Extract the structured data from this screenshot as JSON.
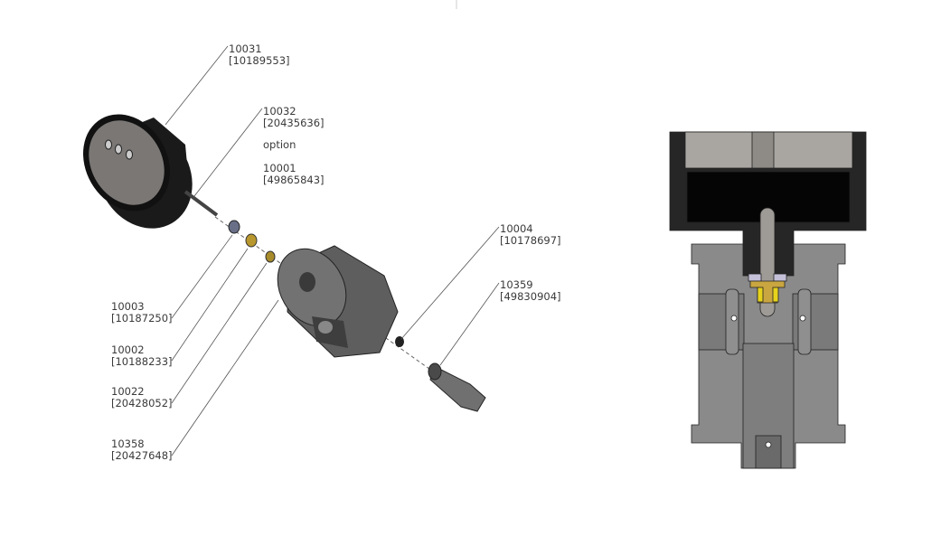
{
  "callouts": {
    "c10031": {
      "item": "10031",
      "part": "[10189553]"
    },
    "c10032": {
      "item": "10032",
      "part": "[20435636]",
      "option_label": "option",
      "alt_item": "10001",
      "alt_part": "[49865843]"
    },
    "c10003": {
      "item": "10003",
      "part": "[10187250]"
    },
    "c10002": {
      "item": "10002",
      "part": "[10188233]"
    },
    "c10022": {
      "item": "10022",
      "part": "[20428052]"
    },
    "c10358": {
      "item": "10358",
      "part": "[20427648]"
    },
    "c10004": {
      "item": "10004",
      "part": "[10178697]"
    },
    "c10359": {
      "item": "10359",
      "part": "[49830904]"
    }
  },
  "colors": {
    "dark_part": "#1e1e1e",
    "body_gray": "#6e6e6e",
    "section_gray": "#8a8a8a",
    "brass": "#c9a640",
    "yellow": "#e6d21c"
  }
}
